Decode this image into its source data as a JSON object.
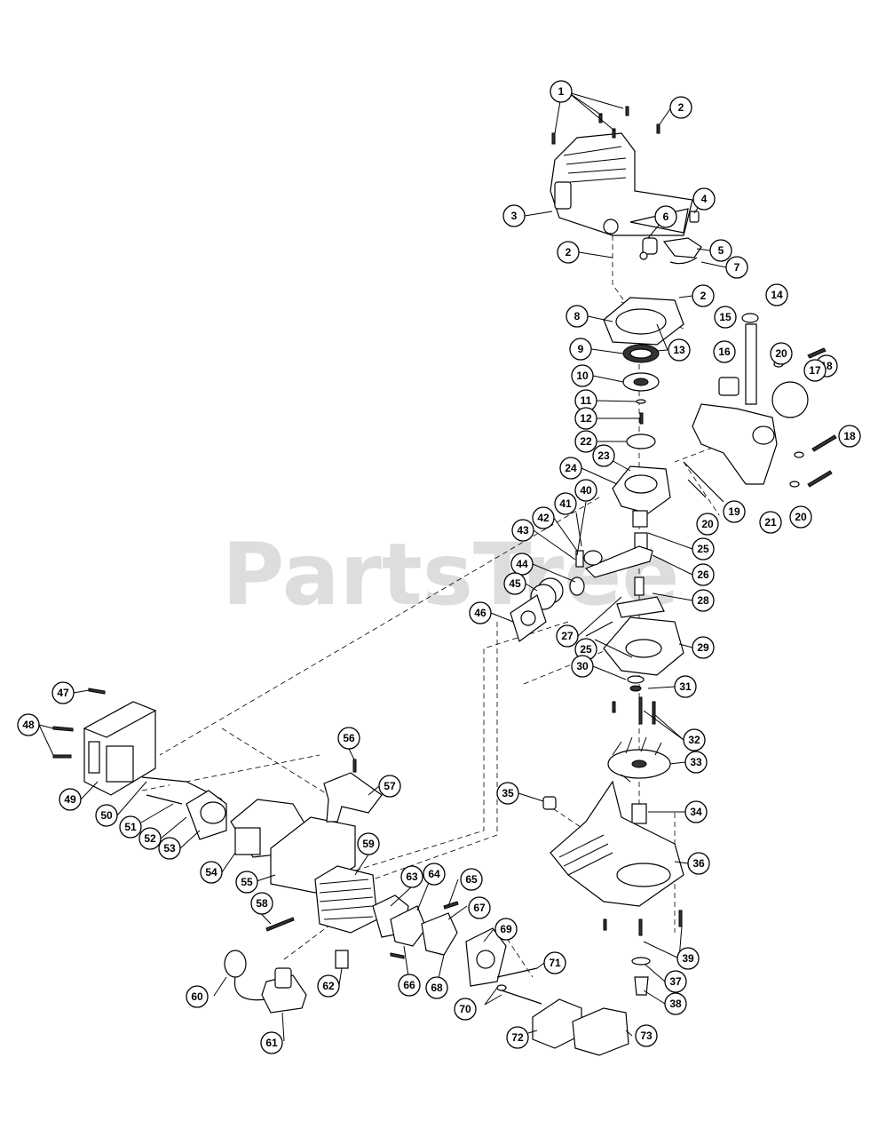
{
  "watermark": {
    "text": "PartsTree",
    "trademark": "™"
  },
  "callouts": [
    "1",
    "2",
    "3",
    "4",
    "5",
    "6",
    "7",
    "8",
    "9",
    "10",
    "11",
    "12",
    "13",
    "14",
    "15",
    "16",
    "17",
    "18",
    "19",
    "20",
    "21",
    "22",
    "23",
    "24",
    "25",
    "26",
    "27",
    "28",
    "29",
    "30",
    "31",
    "32",
    "33",
    "34",
    "35",
    "36",
    "37",
    "38",
    "39",
    "40",
    "41",
    "42",
    "43",
    "44",
    "45",
    "46",
    "47",
    "48",
    "49",
    "50",
    "51",
    "52",
    "53",
    "54",
    "55",
    "56",
    "57",
    "58",
    "59",
    "60",
    "61",
    "62",
    "63",
    "64",
    "65",
    "66",
    "67",
    "68",
    "69",
    "70",
    "71",
    "72",
    "73"
  ]
}
